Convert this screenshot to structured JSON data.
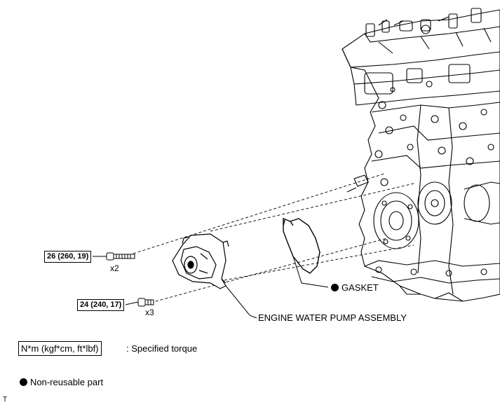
{
  "torques": [
    {
      "value": "26 (260, 19)",
      "qty": "x2"
    },
    {
      "value": "24 (240, 17)",
      "qty": "x3"
    }
  ],
  "callouts": {
    "gasket": "GASKET",
    "water_pump": "ENGINE WATER PUMP ASSEMBLY"
  },
  "legend": {
    "torque_unit": "N*m (kgf*cm, ft*lbf)",
    "torque_desc": ": Specified torque",
    "nonreusable": "Non-reusable part"
  },
  "corner_mark": "T"
}
